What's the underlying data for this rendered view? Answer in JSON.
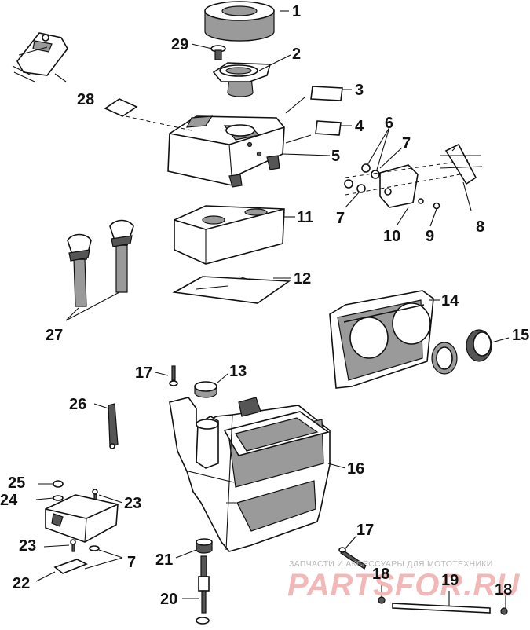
{
  "diagram": {
    "callouts": [
      "1",
      "2",
      "3",
      "4",
      "5",
      "6",
      "7",
      "7",
      "7",
      "8",
      "9",
      "10",
      "11",
      "12",
      "13",
      "14",
      "15",
      "16",
      "17",
      "17",
      "18",
      "18",
      "19",
      "20",
      "21",
      "22",
      "23",
      "23",
      "24",
      "25",
      "26",
      "27",
      "28",
      "29"
    ]
  },
  "watermark": {
    "tagline": "ЗАПЧАСТИ И АКСЕССУАРЫ ДЛЯ МОТОТЕХНИКИ",
    "logo": "PARTSFOR.RU"
  }
}
